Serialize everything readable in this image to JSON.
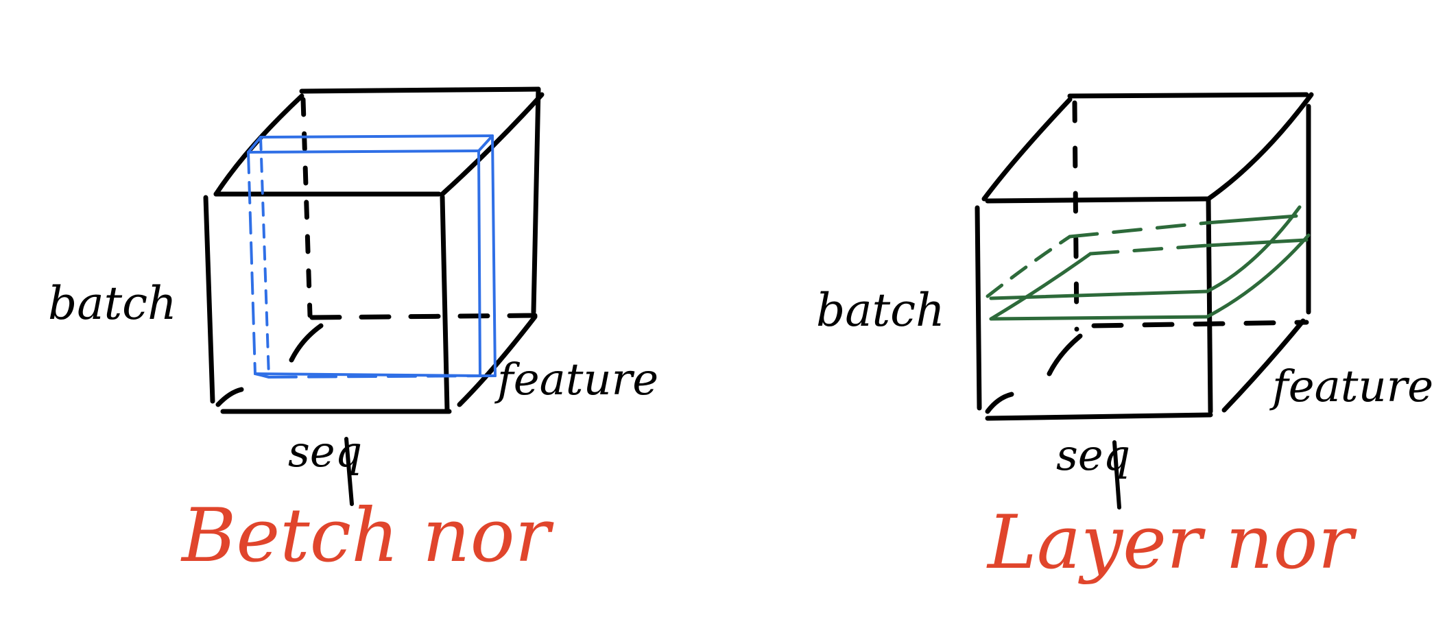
{
  "left_panel": {
    "axis_batch": "batch",
    "axis_seq": "seq",
    "axis_feature": "feature",
    "caption": "Betch nor"
  },
  "right_panel": {
    "axis_batch": "batch",
    "axis_seq": "seq",
    "axis_feature": "feature",
    "caption": "Layer nor"
  },
  "colors": {
    "ink": "#000000",
    "batch_norm_highlight": "#2f6fe6",
    "layer_norm_highlight": "#2d6a3a",
    "caption": "#e0452c"
  }
}
